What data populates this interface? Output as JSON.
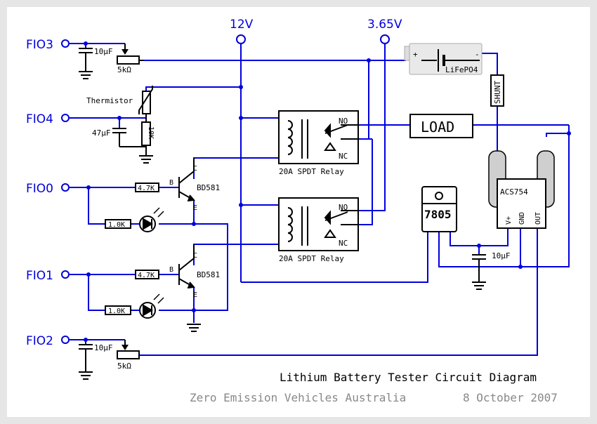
{
  "ports": {
    "fio3": "FIO3",
    "fio4": "FIO4",
    "fio0": "FIO0",
    "fio1": "FIO1",
    "fio2": "FIO2"
  },
  "rails": {
    "v12": "12V",
    "v365": "3.65V"
  },
  "components": {
    "cap_top": "10µF",
    "pot_top": "5kΩ",
    "thermistor": "Thermistor",
    "cap_47": "47µF",
    "res_10k": "10K",
    "res_4k7_a": "4.7K",
    "res_1k_a": "1.0K",
    "res_4k7_b": "4.7K",
    "res_1k_b": "1.0K",
    "transistor_a": "BD581",
    "transistor_b": "BD581",
    "pin_b": "B",
    "pin_c": "C",
    "pin_e": "E",
    "relay_a": "20A SPDT Relay",
    "relay_b": "20A SPDT Relay",
    "relay_no": "NO",
    "relay_nc": "NC",
    "battery_plus": "+",
    "battery_minus": "-",
    "battery": "LiFePO4",
    "shunt": "SHUNT",
    "load": "LOAD",
    "regulator": "7805",
    "cap_reg": "10µF",
    "sensor": "ACS754",
    "sensor_vplus": "V+",
    "sensor_gnd": "GND",
    "sensor_out": "OUT",
    "cap_bottom": "10µF",
    "pot_bottom": "5kΩ"
  },
  "footer": {
    "title": "Lithium Battery Tester Circuit Diagram",
    "org": "Zero Emission Vehicles Australia",
    "date": "8 October 2007"
  },
  "colors": {
    "wire": "#0000dd",
    "ink": "#000000",
    "frame": "#e6e6e6",
    "footer_grey": "#888888"
  }
}
